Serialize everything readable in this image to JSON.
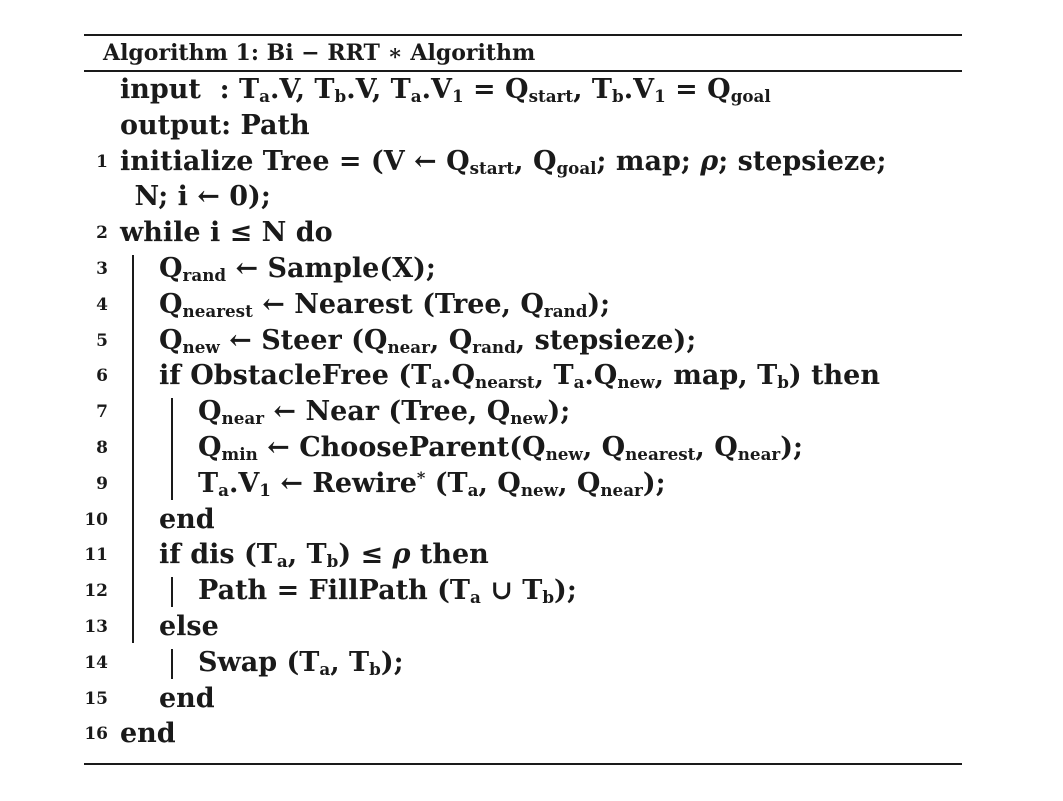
{
  "algorithm": {
    "caption": "Algorithm 1: Bi − RRT ∗ Algorithm",
    "lines": [
      {
        "num": "",
        "indent": 0,
        "html": "input&nbsp; : T<sub>a</sub>.V, T<sub>b</sub>.V, T<sub>a</sub>.V<sub>1</sub> = Q<sub>start</sub>, T<sub>b</sub>.V<sub>1</sub> = Q<sub>goal</sub>"
      },
      {
        "num": "",
        "indent": 0,
        "html": "output: Path"
      },
      {
        "num": "1",
        "indent": 0,
        "html": "initialize Tree = (V ← Q<sub>start</sub>, Q<sub>goal</sub>; map; <i>ρ</i>; stepsieze;"
      },
      {
        "num": "",
        "indent": 0.5,
        "html": "N; i ← 0);"
      },
      {
        "num": "2",
        "indent": 0,
        "html": "while i ≤ N do"
      },
      {
        "num": "3",
        "indent": 1,
        "html": "Q<sub>rand</sub> ← Sample(X);"
      },
      {
        "num": "4",
        "indent": 1,
        "html": "Q<sub>nearest</sub> ← Nearest (Tree, Q<sub>rand</sub>);"
      },
      {
        "num": "5",
        "indent": 1,
        "html": "Q<sub>new</sub> ← Steer (Q<sub>near</sub>, Q<sub>rand</sub>, stepsieze);"
      },
      {
        "num": "6",
        "indent": 1,
        "html": "if ObstacleFree (T<sub>a</sub>.Q<sub>nearst</sub>, T<sub>a</sub>.Q<sub>new</sub>, map, T<sub>b</sub>) then"
      },
      {
        "num": "7",
        "indent": 2,
        "html": "Q<sub>near</sub> ← Near (Tree, Q<sub>new</sub>);"
      },
      {
        "num": "8",
        "indent": 2,
        "html": "Q<sub>min</sub> ← ChooseParent(Q<sub>new</sub>, Q<sub>nearest</sub>, Q<sub>near</sub>);"
      },
      {
        "num": "9",
        "indent": 2,
        "html": "T<sub>a</sub>.V<sub>1</sub> ← Rewire<sup>*</sup> (T<sub>a</sub>, Q<sub>new</sub>, Q<sub>near</sub>);"
      },
      {
        "num": "10",
        "indent": 1,
        "html": "end"
      },
      {
        "num": "11",
        "indent": 1,
        "html": "if dis (T<sub>a</sub>, T<sub>b</sub>) ≤ <i>ρ</i> then"
      },
      {
        "num": "12",
        "indent": 2,
        "html": "Path = FillPath (T<sub>a</sub> ∪ T<sub>b</sub>);"
      },
      {
        "num": "13",
        "indent": 1,
        "html": "else"
      },
      {
        "num": "14",
        "indent": 2,
        "html": "Swap (T<sub>a</sub>, T<sub>b</sub>);"
      },
      {
        "num": "15",
        "indent": 1,
        "html": "end"
      },
      {
        "num": "16",
        "indent": 0,
        "html": "end"
      }
    ]
  }
}
